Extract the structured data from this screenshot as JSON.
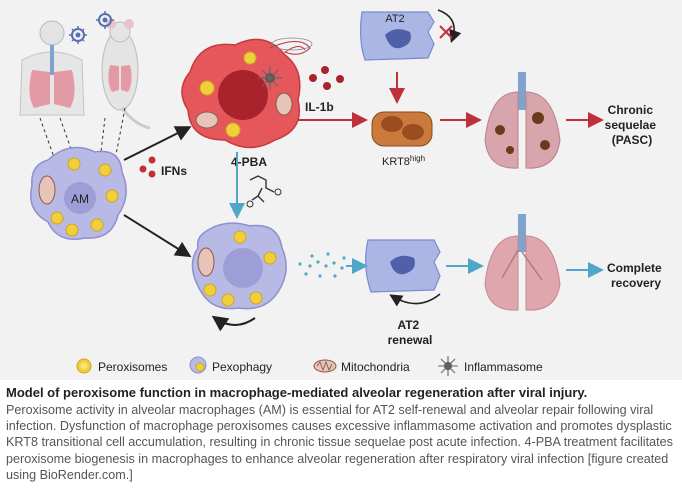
{
  "labels": {
    "am": "AM",
    "at2_top": "AT2",
    "il1b": "IL-1b",
    "krt8": "KRT8",
    "krt8_sup": "high",
    "ifns": "IFNs",
    "pba": "4-PBA",
    "chronic": [
      "Chronic",
      "sequelae",
      "(PASC)"
    ],
    "complete": [
      "Complete",
      "recovery"
    ],
    "at2_renewal": [
      "AT2",
      "renewal"
    ]
  },
  "legend": {
    "peroxisomes": "Peroxisomes",
    "pexophagy": "Pexophagy",
    "mitochondria": "Mitochondria",
    "inflammasome": "Inflammasome"
  },
  "caption": {
    "title": "Model of peroxisome function in macrophage-mediated alveolar regeneration after viral injury.",
    "body": "Peroxisome activity in alveolar macrophages (AM) is essential for AT2 self-renewal and alveolar repair following viral infection. Dysfunction of macrophage peroxisomes causes excessive inflammasome activation and promotes dysplastic KRT8 transitional cell accumulation, resulting in chronic tissue sequelae post acute infection. 4-PBA treatment facilitates peroxisome biogenesis in macrophages to enhance alveolar regeneration after respiratory viral infection [figure created using BioRender.com.]"
  },
  "colors": {
    "panel_bg": "#f2f2f2",
    "macrophage": "#b9b9e6",
    "macrophage_dark": "#9d9dd8",
    "inflamed": "#e6575c",
    "peroxisome": "#f1cf3c",
    "at2": "#aab6e4",
    "krt8": "#c97a3c",
    "lung_pink": "#d9a5ac",
    "trachea": "#7fa3cc",
    "red_arrow": "#c0303a",
    "blue_arrow": "#4fa6c6",
    "black_arrow": "#222222"
  },
  "icons": [
    "human-icon",
    "mouse-icon",
    "virus-icon",
    "lung-icon",
    "peroxisome-icon",
    "pexophagy-icon",
    "mitochondria-icon",
    "inflammasome-icon",
    "molecule-icon"
  ]
}
